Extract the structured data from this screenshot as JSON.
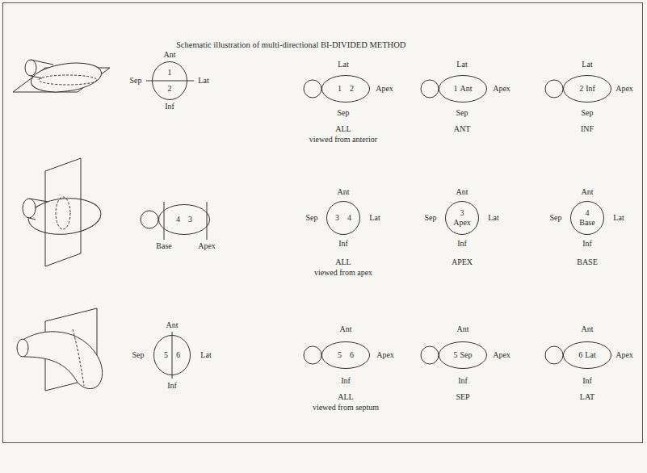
{
  "diagram": {
    "title": "Schematic illustration of multi-directional BI-DIVIDED METHOD",
    "nodes": [
      {
        "text": [
          "1",
          "2"
        ]
      },
      {
        "text": [
          "1",
          "2"
        ]
      },
      {
        "text": [
          "1",
          "Ant"
        ]
      },
      {
        "text": [
          "2",
          "Inf"
        ]
      },
      {
        "text": [
          "4",
          "3"
        ]
      },
      {
        "text": [
          "3",
          "4"
        ]
      },
      {
        "text": [
          "3",
          "Apex"
        ]
      },
      {
        "text": [
          "4",
          "Base"
        ]
      },
      {
        "text": [
          "5",
          "6"
        ]
      },
      {
        "text": [
          "5",
          "6"
        ]
      },
      {
        "text": [
          "5",
          "Sep"
        ]
      },
      {
        "text": [
          "6",
          "Lat"
        ]
      }
    ],
    "labels": [
      "Ant",
      "Sep",
      "Lat",
      "Inf",
      "Lat",
      "Apex",
      "Sep",
      "ALL",
      "viewed from anterior",
      "Lat",
      "Apex",
      "Sep",
      "ANT",
      "Lat",
      "Apex",
      "Sep",
      "INF",
      "Base",
      "Apex",
      "Ant",
      "Sep",
      "Lat",
      "Inf",
      "ALL",
      "viewed from apex",
      "Ant",
      "Sep",
      "Lat",
      "Inf",
      "APEX",
      "Ant",
      "Sep",
      "Lat",
      "Inf",
      "BASE",
      "Ant",
      "Sep",
      "Lat",
      "Inf",
      "Ant",
      "Apex",
      "Inf",
      "ALL",
      "viewed from septum",
      "Ant",
      "Apex",
      "Inf",
      "SEP",
      "Ant",
      "Apex",
      "Inf",
      "LAT"
    ]
  }
}
